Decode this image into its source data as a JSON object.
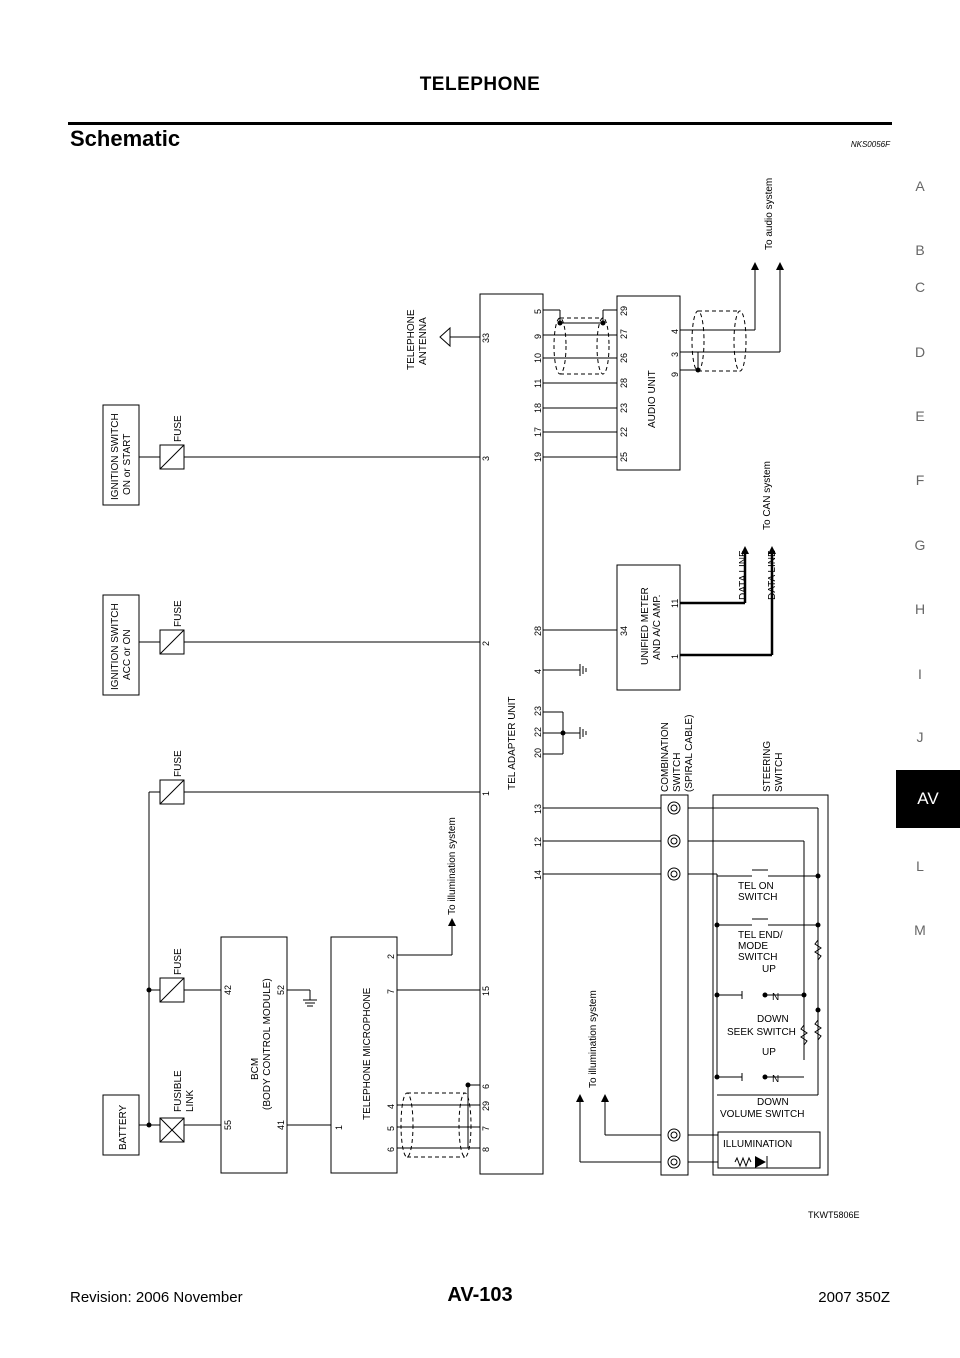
{
  "header": {
    "title": "TELEPHONE"
  },
  "section": {
    "title": "Schematic",
    "code": "NKS0056F"
  },
  "side_tabs": [
    "A",
    "B",
    "C",
    "D",
    "E",
    "F",
    "G",
    "H",
    "I",
    "J",
    "AV",
    "L",
    "M"
  ],
  "active_tab": "AV",
  "diagram": {
    "code": "TKWT5806E",
    "components": {
      "battery": "BATTERY",
      "fusible_link": [
        "FUSIBLE",
        "LINK"
      ],
      "fuse": "FUSE",
      "ign_acc": [
        "IGNITION SWITCH",
        "ACC or ON"
      ],
      "ign_on": [
        "IGNITION SWITCH",
        "ON or START"
      ],
      "bcm": [
        "BCM",
        "(BODY CONTROL MODULE)"
      ],
      "mic": "TELEPHONE MICROPHONE",
      "tel_adapter": "TEL ADAPTER UNIT",
      "antenna": [
        "TELEPHONE",
        "ANTENNA"
      ],
      "audio_unit": "AUDIO UNIT",
      "meter": [
        "UNIFIED METER",
        "AND A/C AMP."
      ],
      "combination_switch": [
        "COMBINATION",
        "SWITCH",
        "(SPIRAL  CABLE)"
      ],
      "steering_switch": [
        "STEERING",
        "SWITCH"
      ],
      "tel_on": [
        "TEL ON",
        "SWITCH"
      ],
      "tel_end": [
        "TEL END/",
        "MODE",
        "SWITCH"
      ],
      "up": "UP",
      "n": "N",
      "down": "DOWN",
      "seek": "SEEK SWITCH",
      "volume": "VOLUME SWITCH",
      "illumination": "ILLUMINATION",
      "to_audio": "To audio system",
      "to_can": "To CAN system",
      "to_illum": "To illumination system",
      "data_line": "DATA LINE"
    },
    "pins": {
      "bcm": [
        "55",
        "41",
        "42",
        "52"
      ],
      "mic": [
        "1",
        "6",
        "5",
        "4",
        "7",
        "2"
      ],
      "tel_bottom": [
        "8",
        "7",
        "29",
        "6",
        "15",
        "1",
        "2",
        "3",
        "33"
      ],
      "tel_top": [
        "14",
        "12",
        "13",
        "20",
        "22",
        "23",
        "4",
        "28",
        "19",
        "17",
        "18",
        "11",
        "10",
        "9",
        "5"
      ],
      "audio_bottom": [
        "25",
        "22",
        "23",
        "28",
        "26",
        "27",
        "29"
      ],
      "audio_top": [
        "9",
        "3",
        "4"
      ],
      "meter_bottom": [
        "34"
      ],
      "meter_top": [
        "1",
        "11"
      ]
    }
  },
  "footer": {
    "revision": "Revision: 2006 November",
    "page": "AV-103",
    "model": "2007 350Z"
  }
}
